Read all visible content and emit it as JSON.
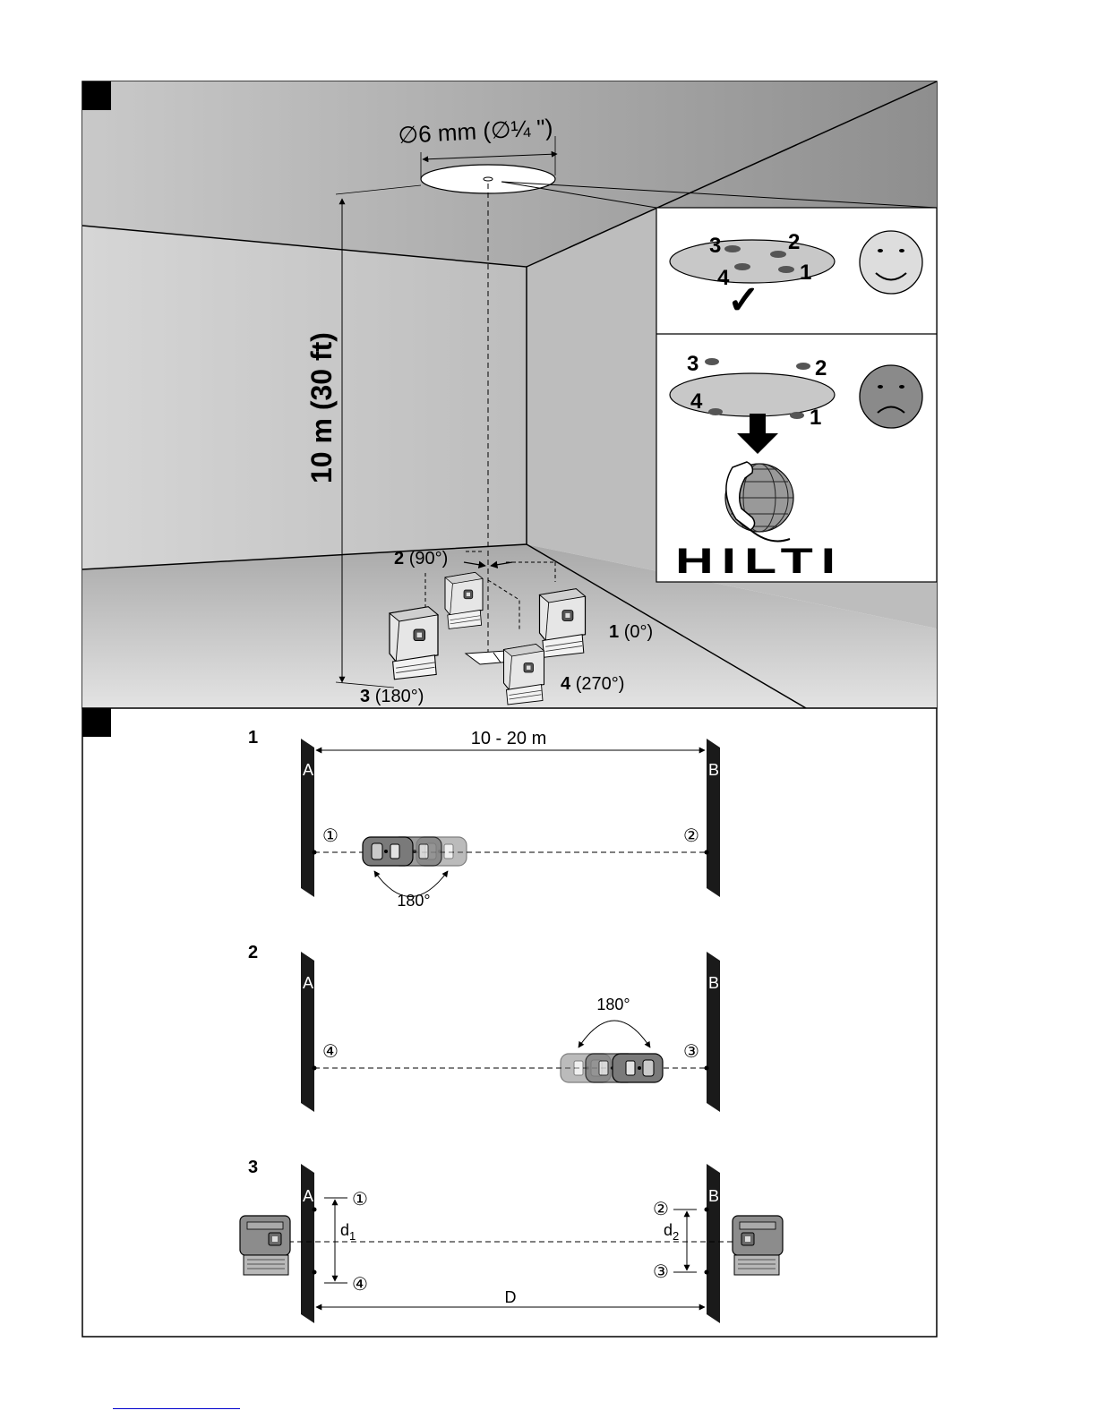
{
  "figure_a": {
    "diameter_label": "∅6 mm (∅¼ \")",
    "height_label": "10 m (30 ft)",
    "positions": [
      {
        "num": "1",
        "angle": "(0°)"
      },
      {
        "num": "2",
        "angle": "(90°)"
      },
      {
        "num": "3",
        "angle": "(180°)"
      },
      {
        "num": "4",
        "angle": "(270°)"
      }
    ],
    "good_panel": {
      "points": [
        "3",
        "2",
        "4",
        "1"
      ],
      "check": "✓"
    },
    "bad_panel": {
      "points": [
        "3",
        "2",
        "4",
        "1"
      ]
    },
    "brand": "HILTI"
  },
  "figure_b": {
    "steps": [
      {
        "number": "1",
        "distance": "10 - 20 m",
        "angle": "180°",
        "left_wall": "A",
        "right_wall": "B",
        "left_mark": "①",
        "right_mark": "②"
      },
      {
        "number": "2",
        "angle": "180°",
        "left_wall": "A",
        "right_wall": "B",
        "left_mark": "④",
        "right_mark": "③"
      },
      {
        "number": "3",
        "left_wall": "A",
        "right_wall": "B",
        "marks": [
          "①",
          "②",
          "③",
          "④"
        ],
        "d1": "d",
        "d1_sub": "1",
        "d2": "d",
        "d2_sub": "2",
        "distance": "D"
      }
    ]
  }
}
